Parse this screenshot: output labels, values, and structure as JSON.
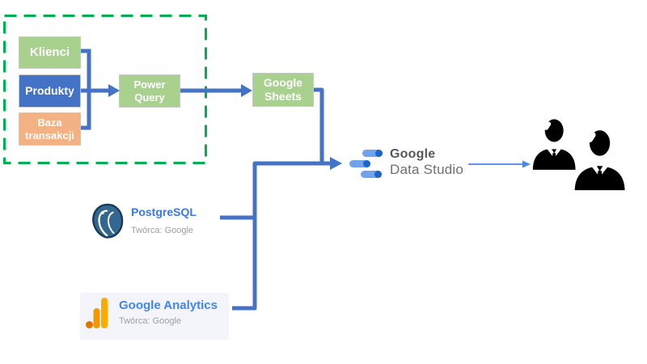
{
  "group": {
    "name": "internal-data-sources-group",
    "border_color": "#00b050"
  },
  "nodes": {
    "klienci": {
      "label": "Klienci",
      "fill": "#a9d18e"
    },
    "produkty": {
      "label": "Produkty",
      "fill": "#4472c4"
    },
    "baza_transakcji": {
      "label": "Baza transakcji",
      "fill": "#f4b183"
    },
    "power_query": {
      "label": "Power Query",
      "fill": "#a9d18e"
    },
    "google_sheets": {
      "label": "Google Sheets",
      "fill": "#a9d18e"
    }
  },
  "data_studio": {
    "name": "Google",
    "product": "Data Studio",
    "icon": "data-studio-pills-icon",
    "pill_light": "#6fa3ec",
    "pill_dark": "#1b66c8"
  },
  "sources": {
    "postgresql": {
      "title": "PostgreSQL",
      "subtitle": "Twórca: Google",
      "icon": "postgresql-elephant-icon",
      "title_color": "#3b78e7"
    },
    "google_analytics": {
      "title": "Google Analytics",
      "subtitle": "Twórca: Google",
      "icon": "google-analytics-bars-icon",
      "title_color": "#4285f4",
      "card_bg": "#f3f5fa"
    }
  },
  "audience": {
    "icon": "users-icon"
  },
  "connectors": {
    "main_color": "#4472c4",
    "thin_arrow_color": "#4a86e8"
  }
}
